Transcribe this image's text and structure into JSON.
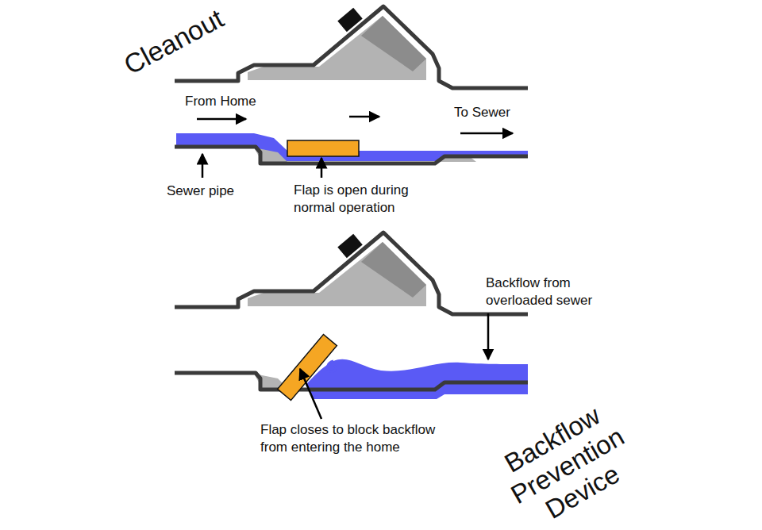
{
  "diagram": {
    "labels": [
      "Cleanout",
      "From Home",
      "To Sewer",
      "Sewer pipe",
      "Flap is open during normal operation",
      "Backflow from overloaded sewer",
      "Flap closes to block backflow from entering the home",
      "Backflow Prevention Device"
    ]
  }
}
